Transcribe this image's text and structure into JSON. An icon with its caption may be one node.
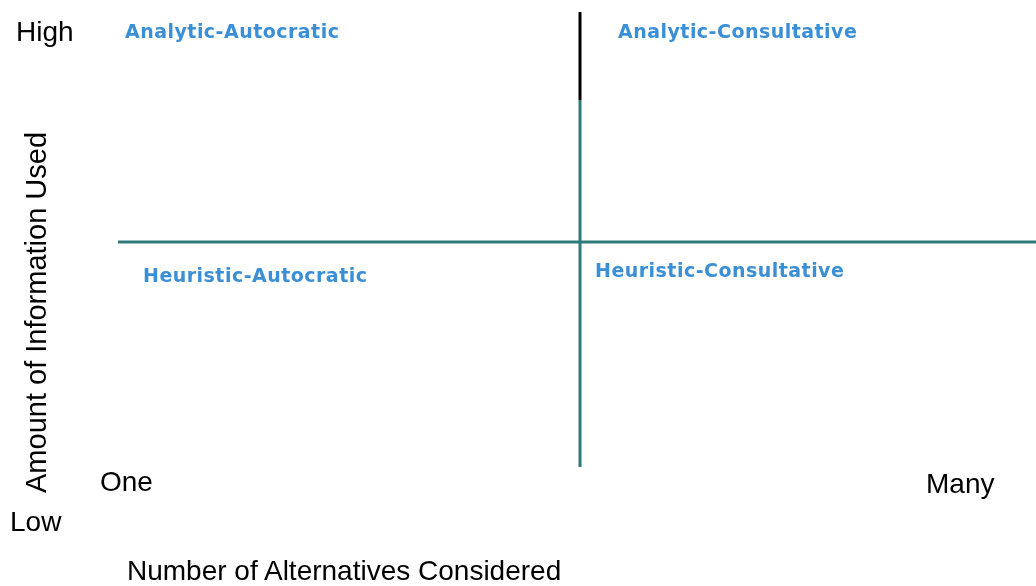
{
  "diagram": {
    "labels": [
      "High",
      "Analytic-Autocratic",
      "Analytic-Consultative",
      "Amount of Information Used",
      "Heuristic-Autocratic",
      "Heuristic-Consultative",
      "One",
      "Many",
      "Low",
      "Number of Alternatives Considered"
    ]
  }
}
